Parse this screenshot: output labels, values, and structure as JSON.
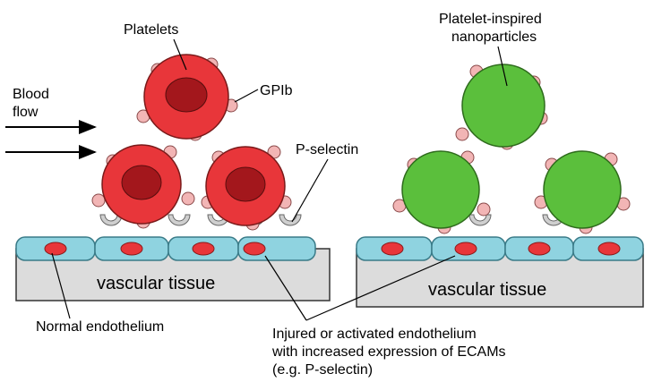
{
  "labels": {
    "platelets": "Platelets",
    "gpib": "GPIb",
    "blood_flow_line1": "Blood",
    "blood_flow_line2": "flow",
    "p_selectin": "P-selectin",
    "nano_line1": "Platelet-inspired",
    "nano_line2": "nanoparticles",
    "vascular_tissue_left": "vascular tissue",
    "vascular_tissue_right": "vascular tissue",
    "normal_endothelium": "Normal endothelium",
    "injured_line1": "Injured or activated endothelium",
    "injured_line2": "with increased expression of ECAMs",
    "injured_line3": "(e.g. P-selectin)"
  },
  "colors": {
    "platelet_fill": "#e8363a",
    "platelet_core": "#a3171c",
    "nanoparticle_fill": "#5bbf3c",
    "gpib_bump": "#f2b5b5",
    "endothelial_cell": "#8fd3e0",
    "cell_nucleus": "#e8363a",
    "p_selectin": "#cfcfcf",
    "tissue": "#dcdcdc"
  }
}
